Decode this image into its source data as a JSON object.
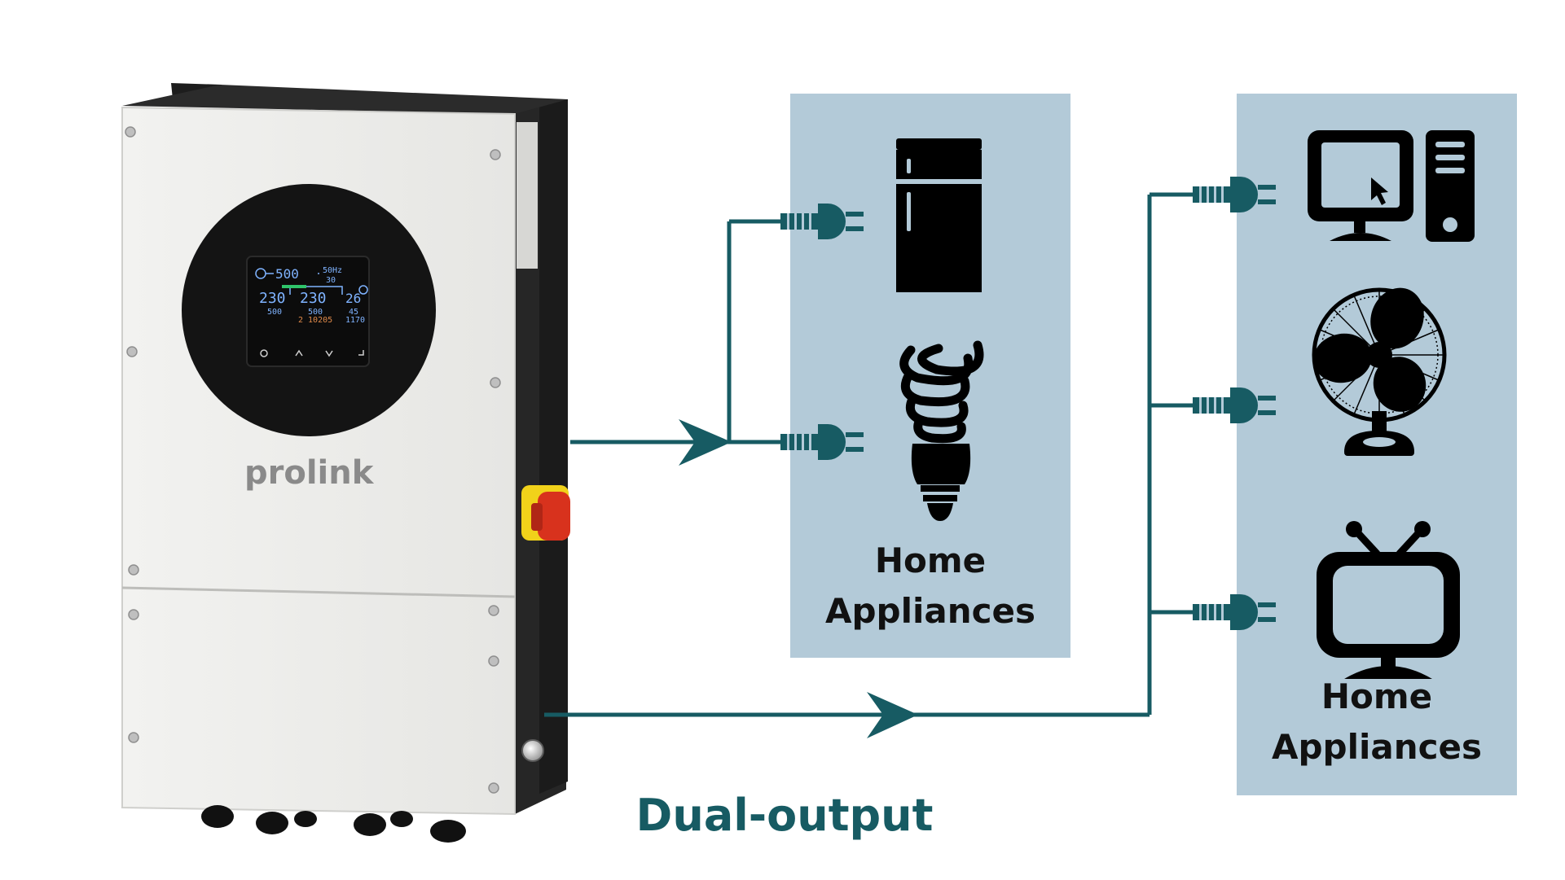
{
  "brand": "prolink",
  "caption": "Dual-output",
  "groups": [
    {
      "label_line1": "Home",
      "label_line2": "Appliances",
      "devices": [
        "refrigerator-icon",
        "cfl-bulb-icon"
      ]
    },
    {
      "label_line1": "Home",
      "label_line2": "Appliances",
      "devices": [
        "desktop-computer-icon",
        "desk-fan-icon",
        "television-icon"
      ]
    }
  ],
  "lcd": {
    "top_value": "500",
    "top_right": "50Hz",
    "top_right2": "30",
    "left_value": "230",
    "left_sub": "500",
    "mid_value": "230",
    "mid_sub": "500",
    "right_value": "26",
    "right_sub": "45",
    "right_sub2": "1170",
    "date": "2 10205"
  },
  "colors": {
    "wire": "#175b63",
    "panel": "#b3cad8",
    "caption": "#175b63",
    "inverter_body": "#ececea",
    "inverter_side": "#262626",
    "switch": "#d8321d"
  }
}
